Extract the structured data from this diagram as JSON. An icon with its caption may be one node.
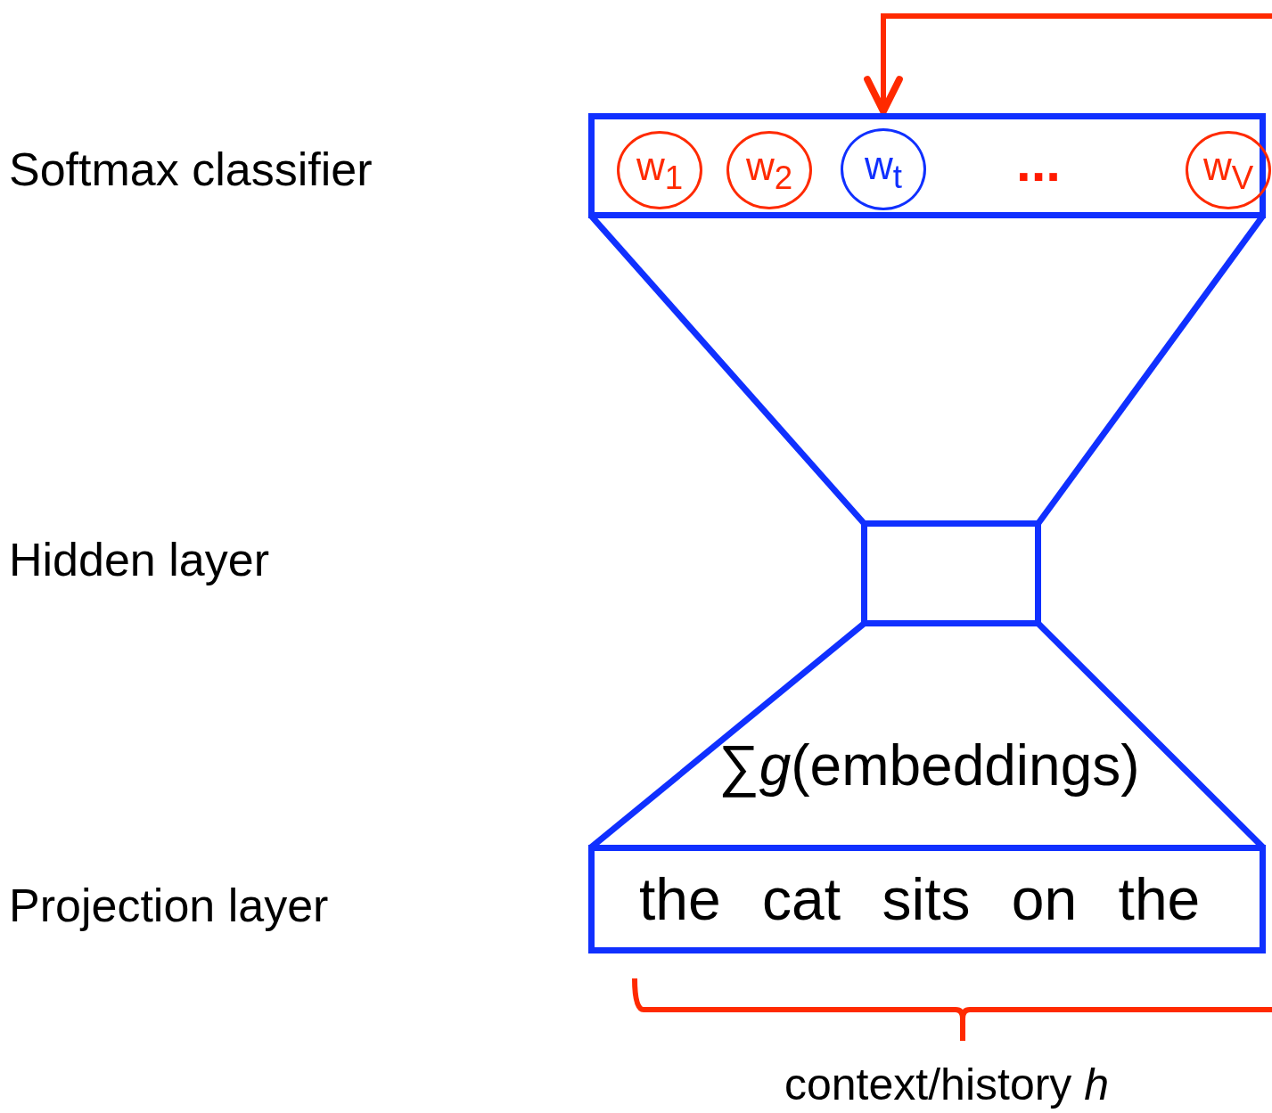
{
  "diagram": {
    "nodes": [
      {
        "text": [],
        "shape": "box"
      },
      {
        "text": [
          "w$_{1}$"
        ],
        "in": 0
      },
      {
        "text": [
          "w$_{2}$"
        ],
        "in": 0
      },
      {
        "text": [
          "w$_{t}$"
        ],
        "in": 0
      },
      {
        "text": [
          "w$_{V}$"
        ],
        "in": 0
      },
      {
        "text": [],
        "shape": "box"
      },
      {
        "text": [
          "the cat sits on the"
        ]
      }
    ],
    "edges": [
      {
        "from": null,
        "to": 3,
        "arrow": "to",
        "color": "#ff2a00"
      },
      {
        "from": 0,
        "to": 5,
        "arrow": "none"
      },
      {
        "from": 0,
        "to": 5,
        "arrow": "none"
      },
      {
        "from": 5,
        "to": 6,
        "arrow": "none"
      },
      {
        "from": 5,
        "to": 6,
        "arrow": "none"
      }
    ],
    "labels": [
      "Softmax classifier",
      "...",
      "Hidden layer",
      "∑*g*(embeddings)",
      "Projection layer",
      "context/history *h*"
    ]
  }
}
